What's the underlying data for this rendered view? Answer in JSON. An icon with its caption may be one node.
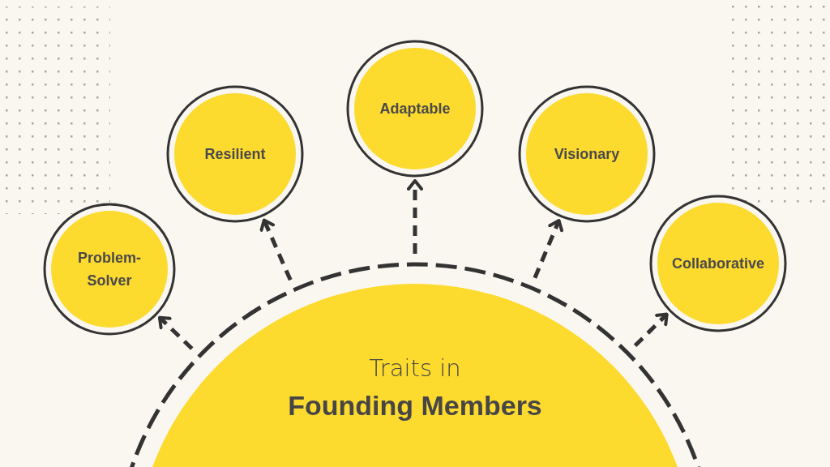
{
  "diagram": {
    "nodes": [
      {
        "text": [
          "Traits in",
          "Founding Members"
        ]
      },
      {
        "text": [
          "Problem-Solver"
        ]
      },
      {
        "text": [
          "Resilient"
        ]
      },
      {
        "text": [
          "Adaptable"
        ]
      },
      {
        "text": [
          "Visionary"
        ]
      },
      {
        "text": [
          "Collaborative"
        ]
      }
    ],
    "edges": [
      {
        "from": 0,
        "to": 1,
        "arrow": "to",
        "style": "dashed"
      },
      {
        "from": 0,
        "to": 2,
        "arrow": "to",
        "style": "dashed"
      },
      {
        "from": 0,
        "to": 3,
        "arrow": "to",
        "style": "dashed"
      },
      {
        "from": 0,
        "to": 4,
        "arrow": "to",
        "style": "dashed"
      },
      {
        "from": 0,
        "to": 5,
        "arrow": "to",
        "style": "dashed"
      }
    ]
  }
}
